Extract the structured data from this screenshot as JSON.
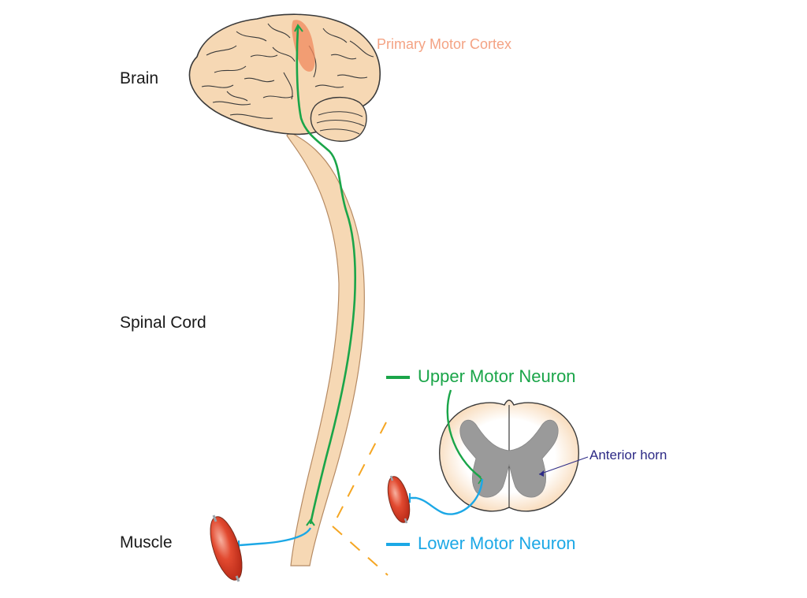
{
  "labels": {
    "brain": "Brain",
    "spinal_cord": "Spinal Cord",
    "muscle": "Muscle",
    "primary_motor_cortex": "Primary Motor Cortex",
    "anterior_horn": "Anterior horn"
  },
  "legend": {
    "upper_motor_neuron": "Upper Motor Neuron",
    "lower_motor_neuron": "Lower Motor Neuron"
  },
  "colors": {
    "upper_motor_neuron": "#1aa549",
    "lower_motor_neuron": "#1ca8e6",
    "brain_fill": "#f6d8b4",
    "motor_cortex": "#f08a5d",
    "grey_matter": "#9a9a9a",
    "muscle": "#e2482f",
    "zoom_lines": "#f5a623",
    "anterior_horn_label": "#2d2a86"
  }
}
